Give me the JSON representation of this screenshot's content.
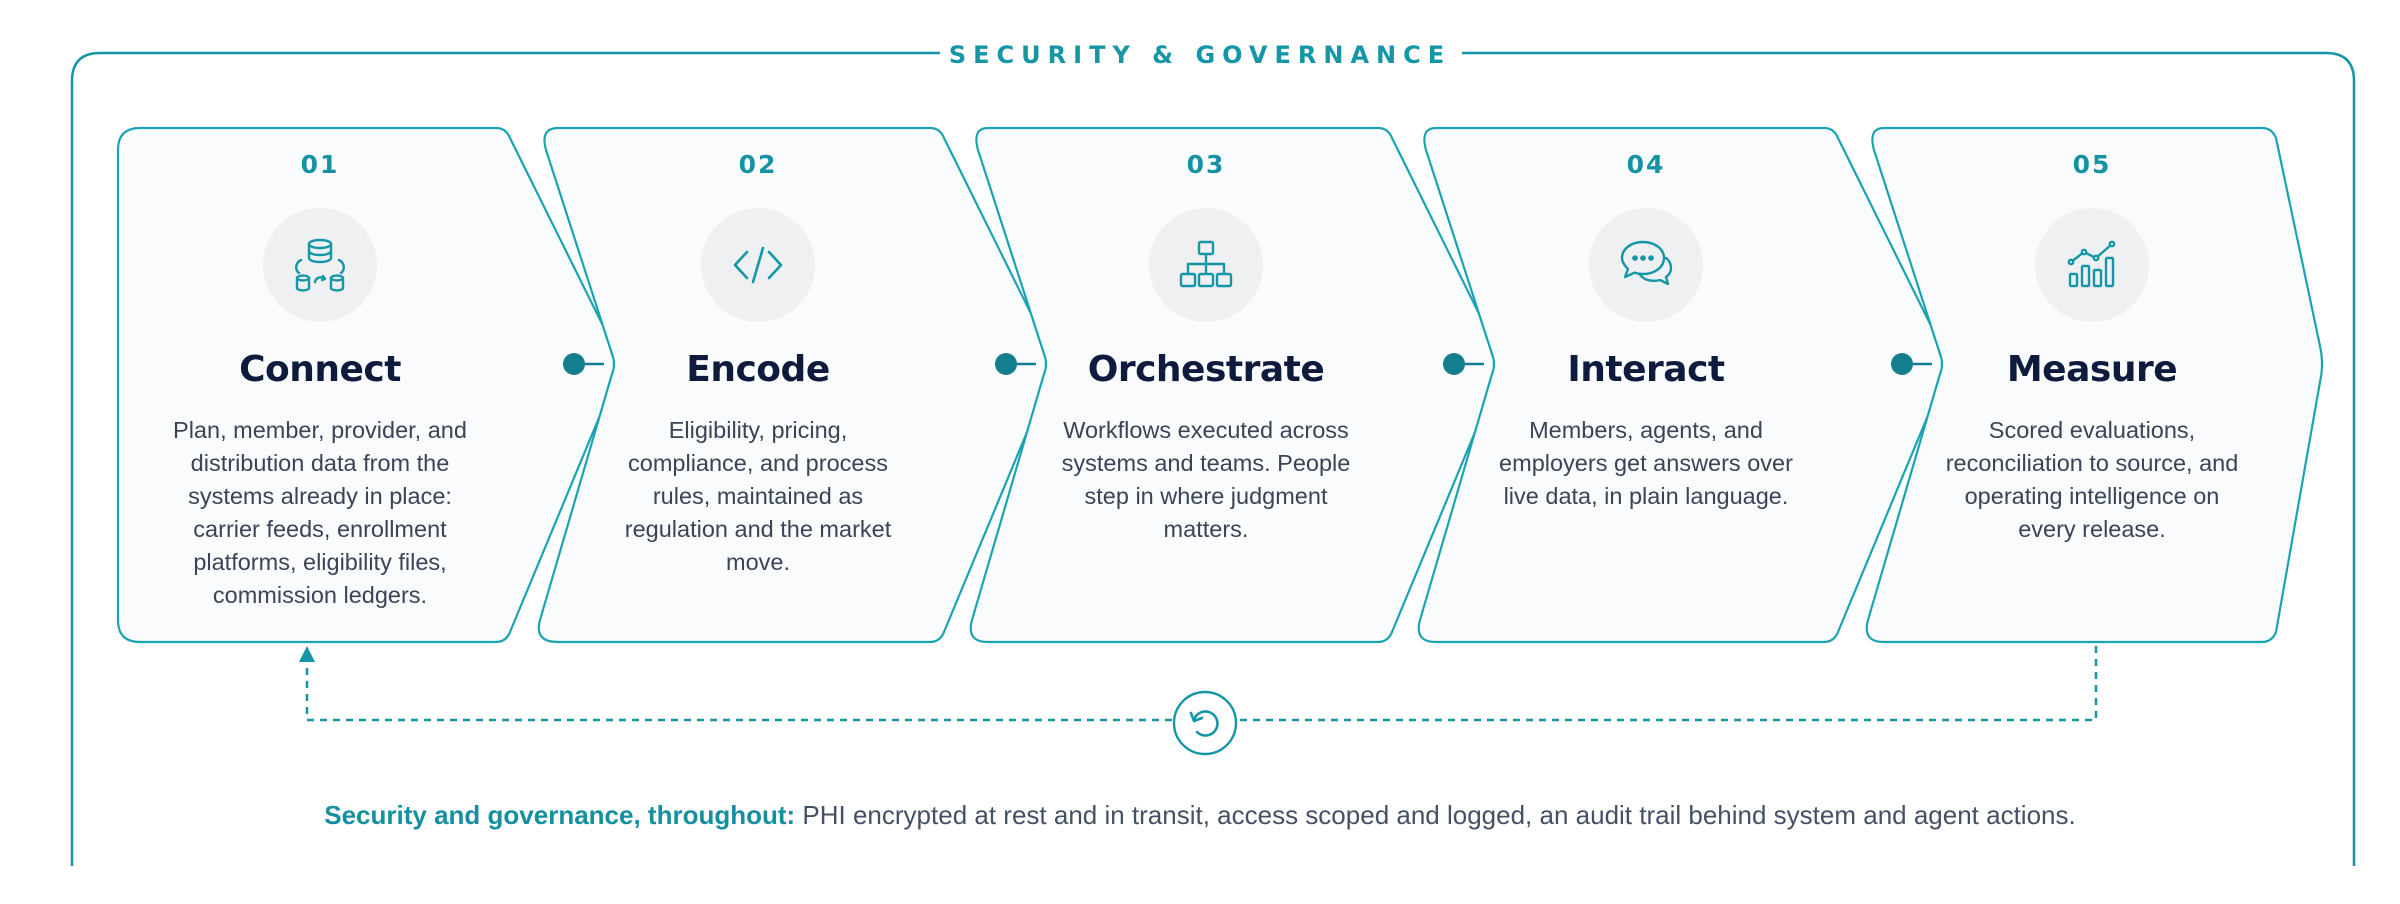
{
  "frame": {
    "title": "SECURITY & GOVERNANCE"
  },
  "steps": [
    {
      "number": "01",
      "title": "Connect",
      "icon": "database-sync-icon",
      "description": "Plan, member, provider, and distribution data from the systems already in place: carrier feeds, enrollment platforms, eligibility files, commission ledgers."
    },
    {
      "number": "02",
      "title": "Encode",
      "icon": "code-icon",
      "description": "Eligibility, pricing, compliance, and process rules, maintained as regulation and the market move."
    },
    {
      "number": "03",
      "title": "Orchestrate",
      "icon": "hierarchy-icon",
      "description": "Workflows executed across systems and teams. People step in where judgment matters."
    },
    {
      "number": "04",
      "title": "Interact",
      "icon": "chat-bubbles-icon",
      "description": "Members, agents, and employers get answers over live data, in plain language."
    },
    {
      "number": "05",
      "title": "Measure",
      "icon": "bar-chart-trend-icon",
      "description": "Scored evaluations, reconciliation to source, and operating intelligence on every release."
    }
  ],
  "loop": {
    "icon": "refresh-cycle-icon"
  },
  "footer": {
    "lead": "Security and governance, throughout:",
    "text": " PHI encrypted at rest and in transit, access scoped and logged, an audit trail behind system and agent actions."
  },
  "colors": {
    "accent": "#1596a6",
    "title": "#0f1b3d",
    "body": "#3a4456",
    "icon_bg": "#eef0f2"
  }
}
